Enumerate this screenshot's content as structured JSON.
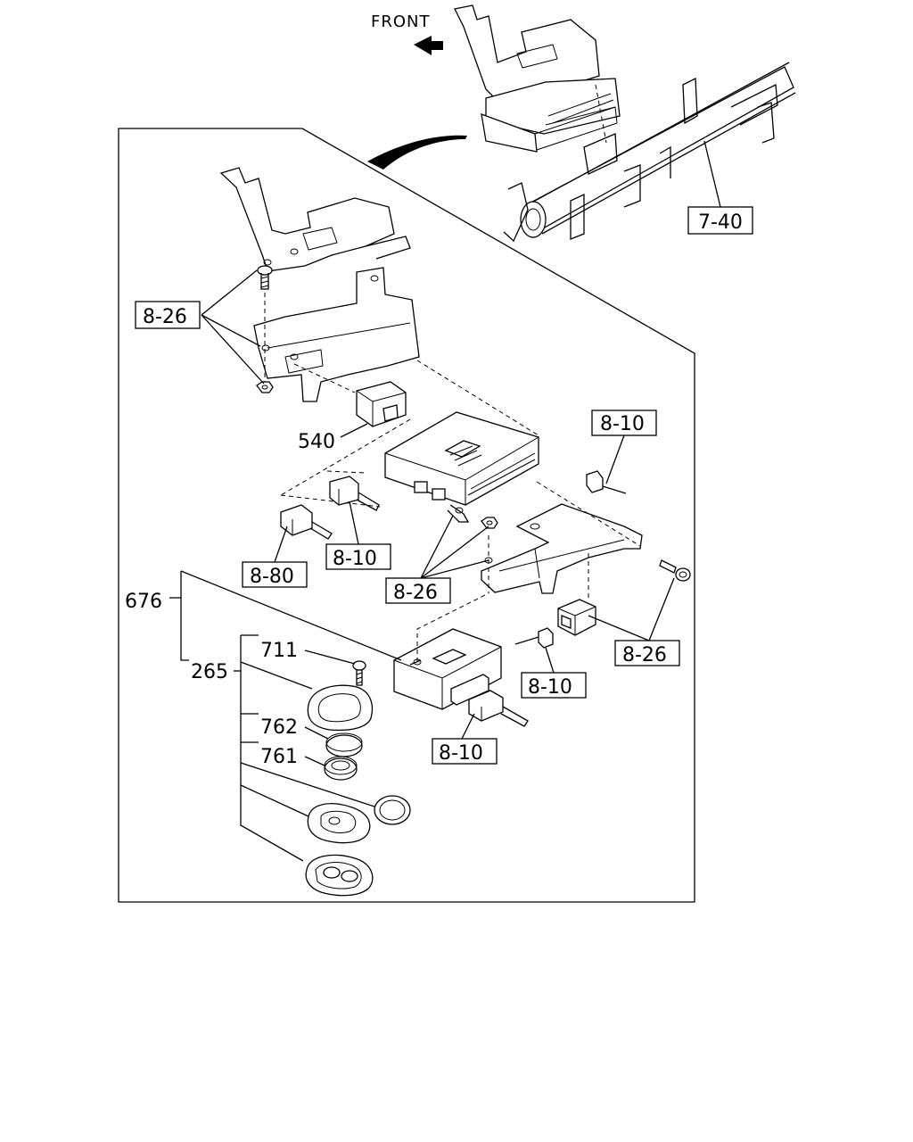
{
  "orientation": {
    "front_label": "FRONT"
  },
  "callouts": {
    "ref_740": "7-40",
    "ref_826_upper": "8-26",
    "ref_540": "540",
    "ref_810_right": "8-10",
    "ref_880": "8-80",
    "ref_810_left": "8-10",
    "ref_826_middle": "8-26",
    "ref_676": "676",
    "ref_265": "265",
    "ref_711": "711",
    "ref_826_lower": "8-26",
    "ref_810_lower": "8-10",
    "ref_762": "762",
    "ref_761": "761",
    "ref_810_bottom": "8-10"
  }
}
